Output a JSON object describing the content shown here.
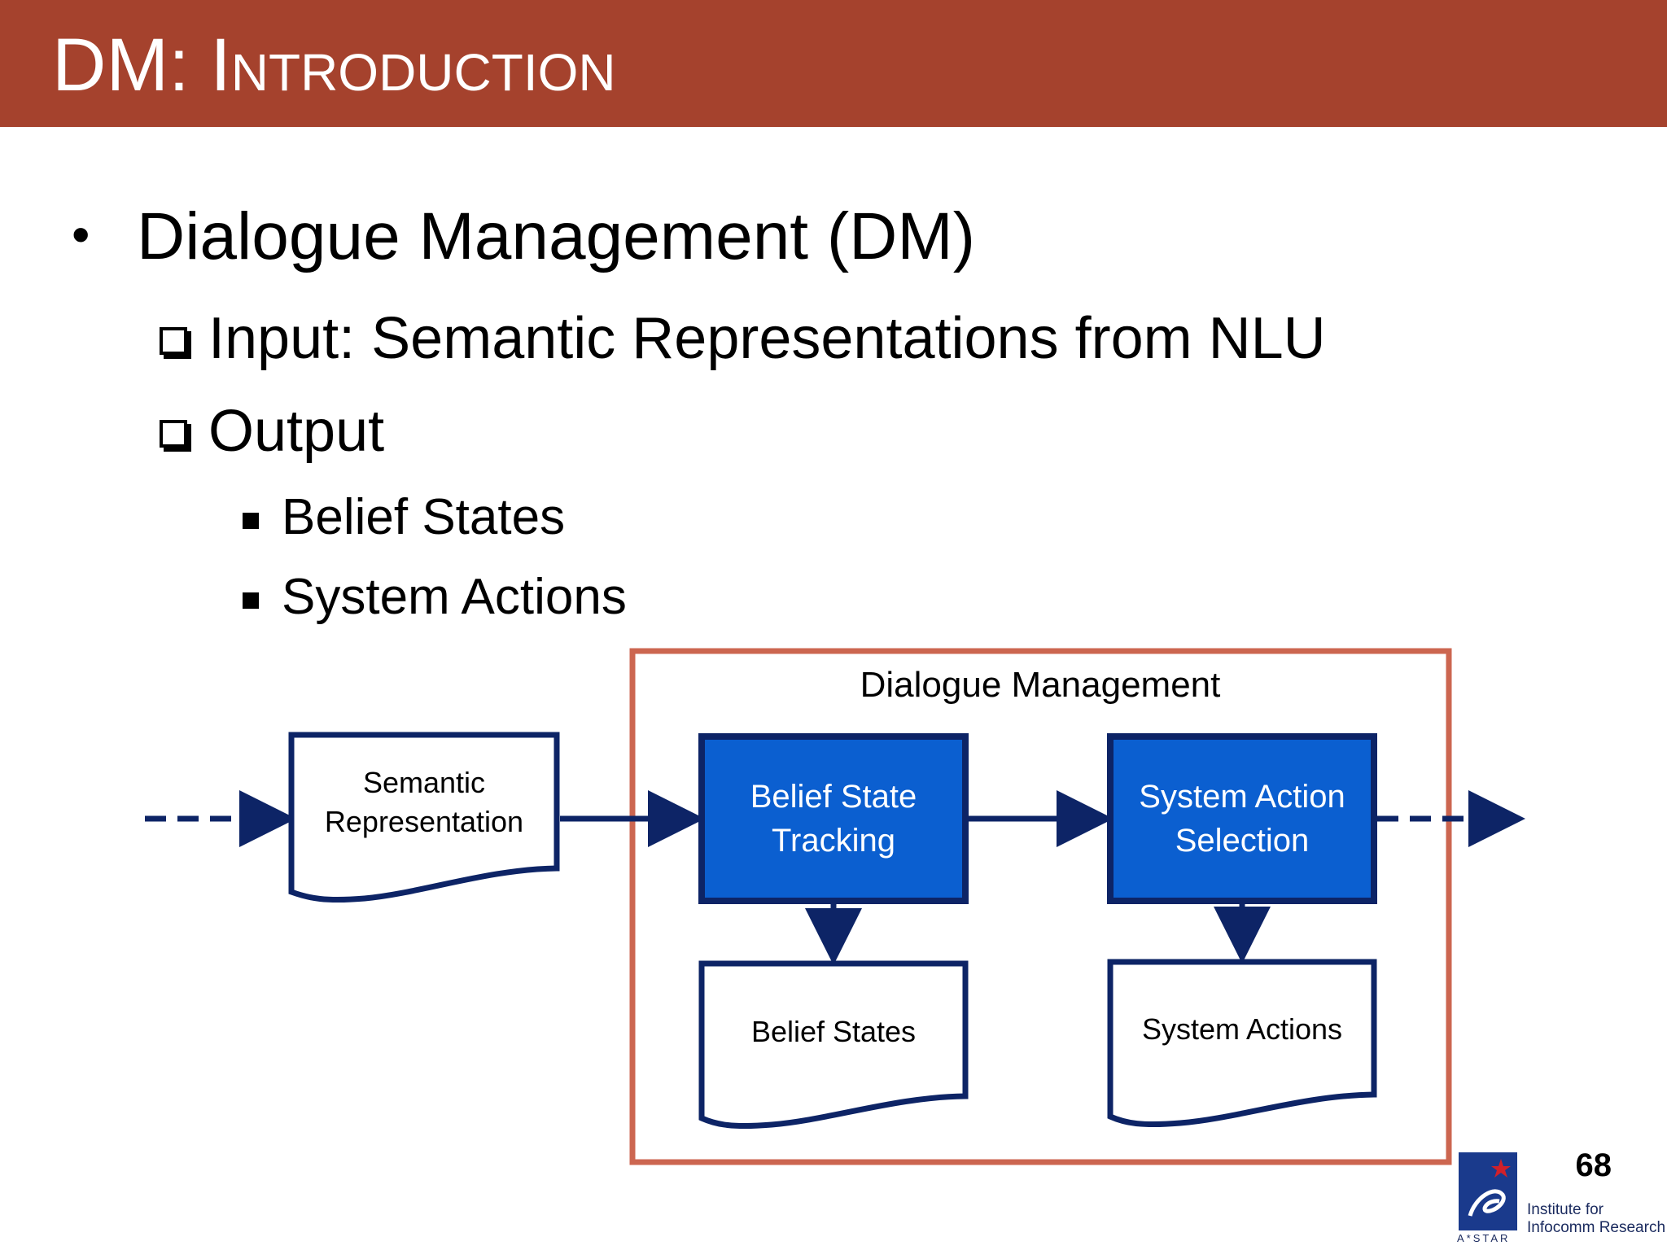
{
  "slide": {
    "title": "DM: Introduction",
    "page_number": "68"
  },
  "bullets": {
    "level1": "Dialogue Management (DM)",
    "input": "Input: Semantic Representations from NLU",
    "output": "Output",
    "output_items": [
      "Belief States",
      "System Actions"
    ]
  },
  "diagram": {
    "container_label": "Dialogue Management",
    "semantic_doc": [
      "Semantic",
      "Representation"
    ],
    "bst_process": [
      "Belief State",
      "Tracking"
    ],
    "sas_process": [
      "System Action",
      "Selection"
    ],
    "belief_doc": "Belief States",
    "actions_doc": "System Actions",
    "colors": {
      "header": "#a5422d",
      "container_border": "#cc6650",
      "process_fill": "#0b5fd0",
      "navy": "#0d2466"
    }
  },
  "logo": {
    "line1": "Institute for",
    "line2": "Infocomm Research",
    "sub": "A*STAR"
  }
}
